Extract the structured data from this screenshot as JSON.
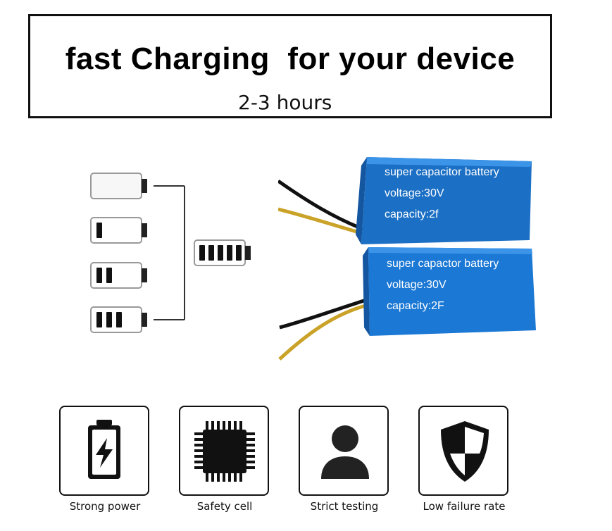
{
  "banner": {
    "title": "fast Charging  for your device",
    "subtitle": "2-3 hours"
  },
  "battery_top": {
    "line1": "super capacitor battery",
    "line2": "voltage:30V",
    "line3": "capacity:2f"
  },
  "battery_bottom": {
    "line1": "super capactor battery",
    "line2": "voltage:30V",
    "line3": "capacity:2F"
  },
  "features": [
    {
      "label": "Strong power",
      "icon": "battery-bolt-icon"
    },
    {
      "label": "Safety cell",
      "icon": "chip-icon"
    },
    {
      "label": "Strict testing",
      "icon": "person-icon"
    },
    {
      "label": "Low failure rate",
      "icon": "shield-icon"
    }
  ],
  "colors": {
    "battery_blue": "#1a78d4",
    "wire_yellow": "#c9a227",
    "wire_black": "#111111"
  }
}
